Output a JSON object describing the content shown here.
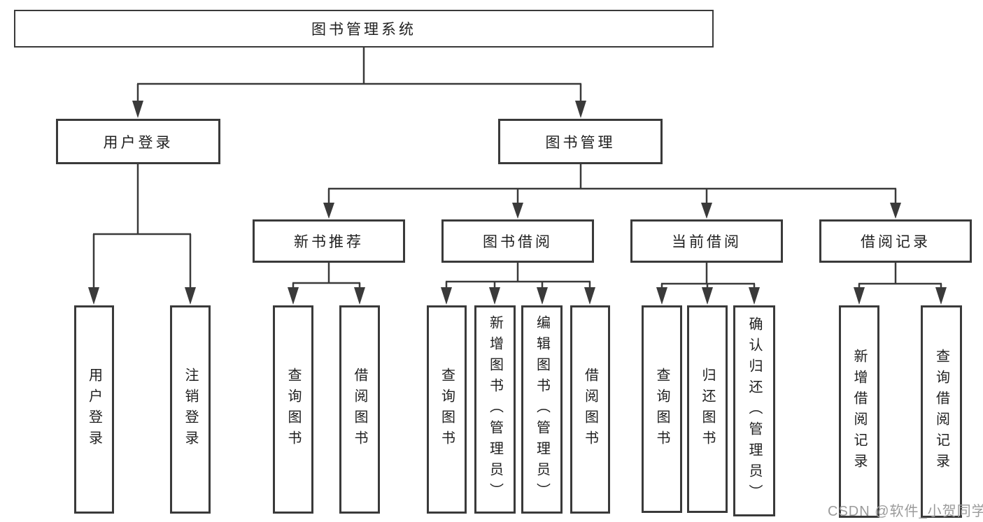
{
  "colors": {
    "line": "#3a3a3a",
    "box_border": "#3a3a3a",
    "text": "#1f1f1f",
    "watermark": "#9b9b9b",
    "background": "#ffffff"
  },
  "tree": {
    "label": "图书管理系统",
    "children": [
      {
        "label": "用户登录",
        "children": [
          {
            "label": "用户登录"
          },
          {
            "label": "注销登录"
          }
        ]
      },
      {
        "label": "图书管理",
        "children": [
          {
            "label": "新书推荐",
            "children": [
              {
                "label": "查询图书"
              },
              {
                "label": "借阅图书"
              }
            ]
          },
          {
            "label": "图书借阅",
            "children": [
              {
                "label": "查询图书"
              },
              {
                "label": "新增图书（管理员）"
              },
              {
                "label": "编辑图书（管理员）"
              },
              {
                "label": "借阅图书"
              }
            ]
          },
          {
            "label": "当前借阅",
            "children": [
              {
                "label": "查询图书"
              },
              {
                "label": "归还图书"
              },
              {
                "label": "确认归还（管理员）"
              }
            ]
          },
          {
            "label": "借阅记录",
            "children": [
              {
                "label": "新增借阅记录"
              },
              {
                "label": "查询借阅记录"
              }
            ]
          }
        ]
      }
    ]
  },
  "watermark": {
    "text": "CSDN @软件_小贺同学"
  }
}
